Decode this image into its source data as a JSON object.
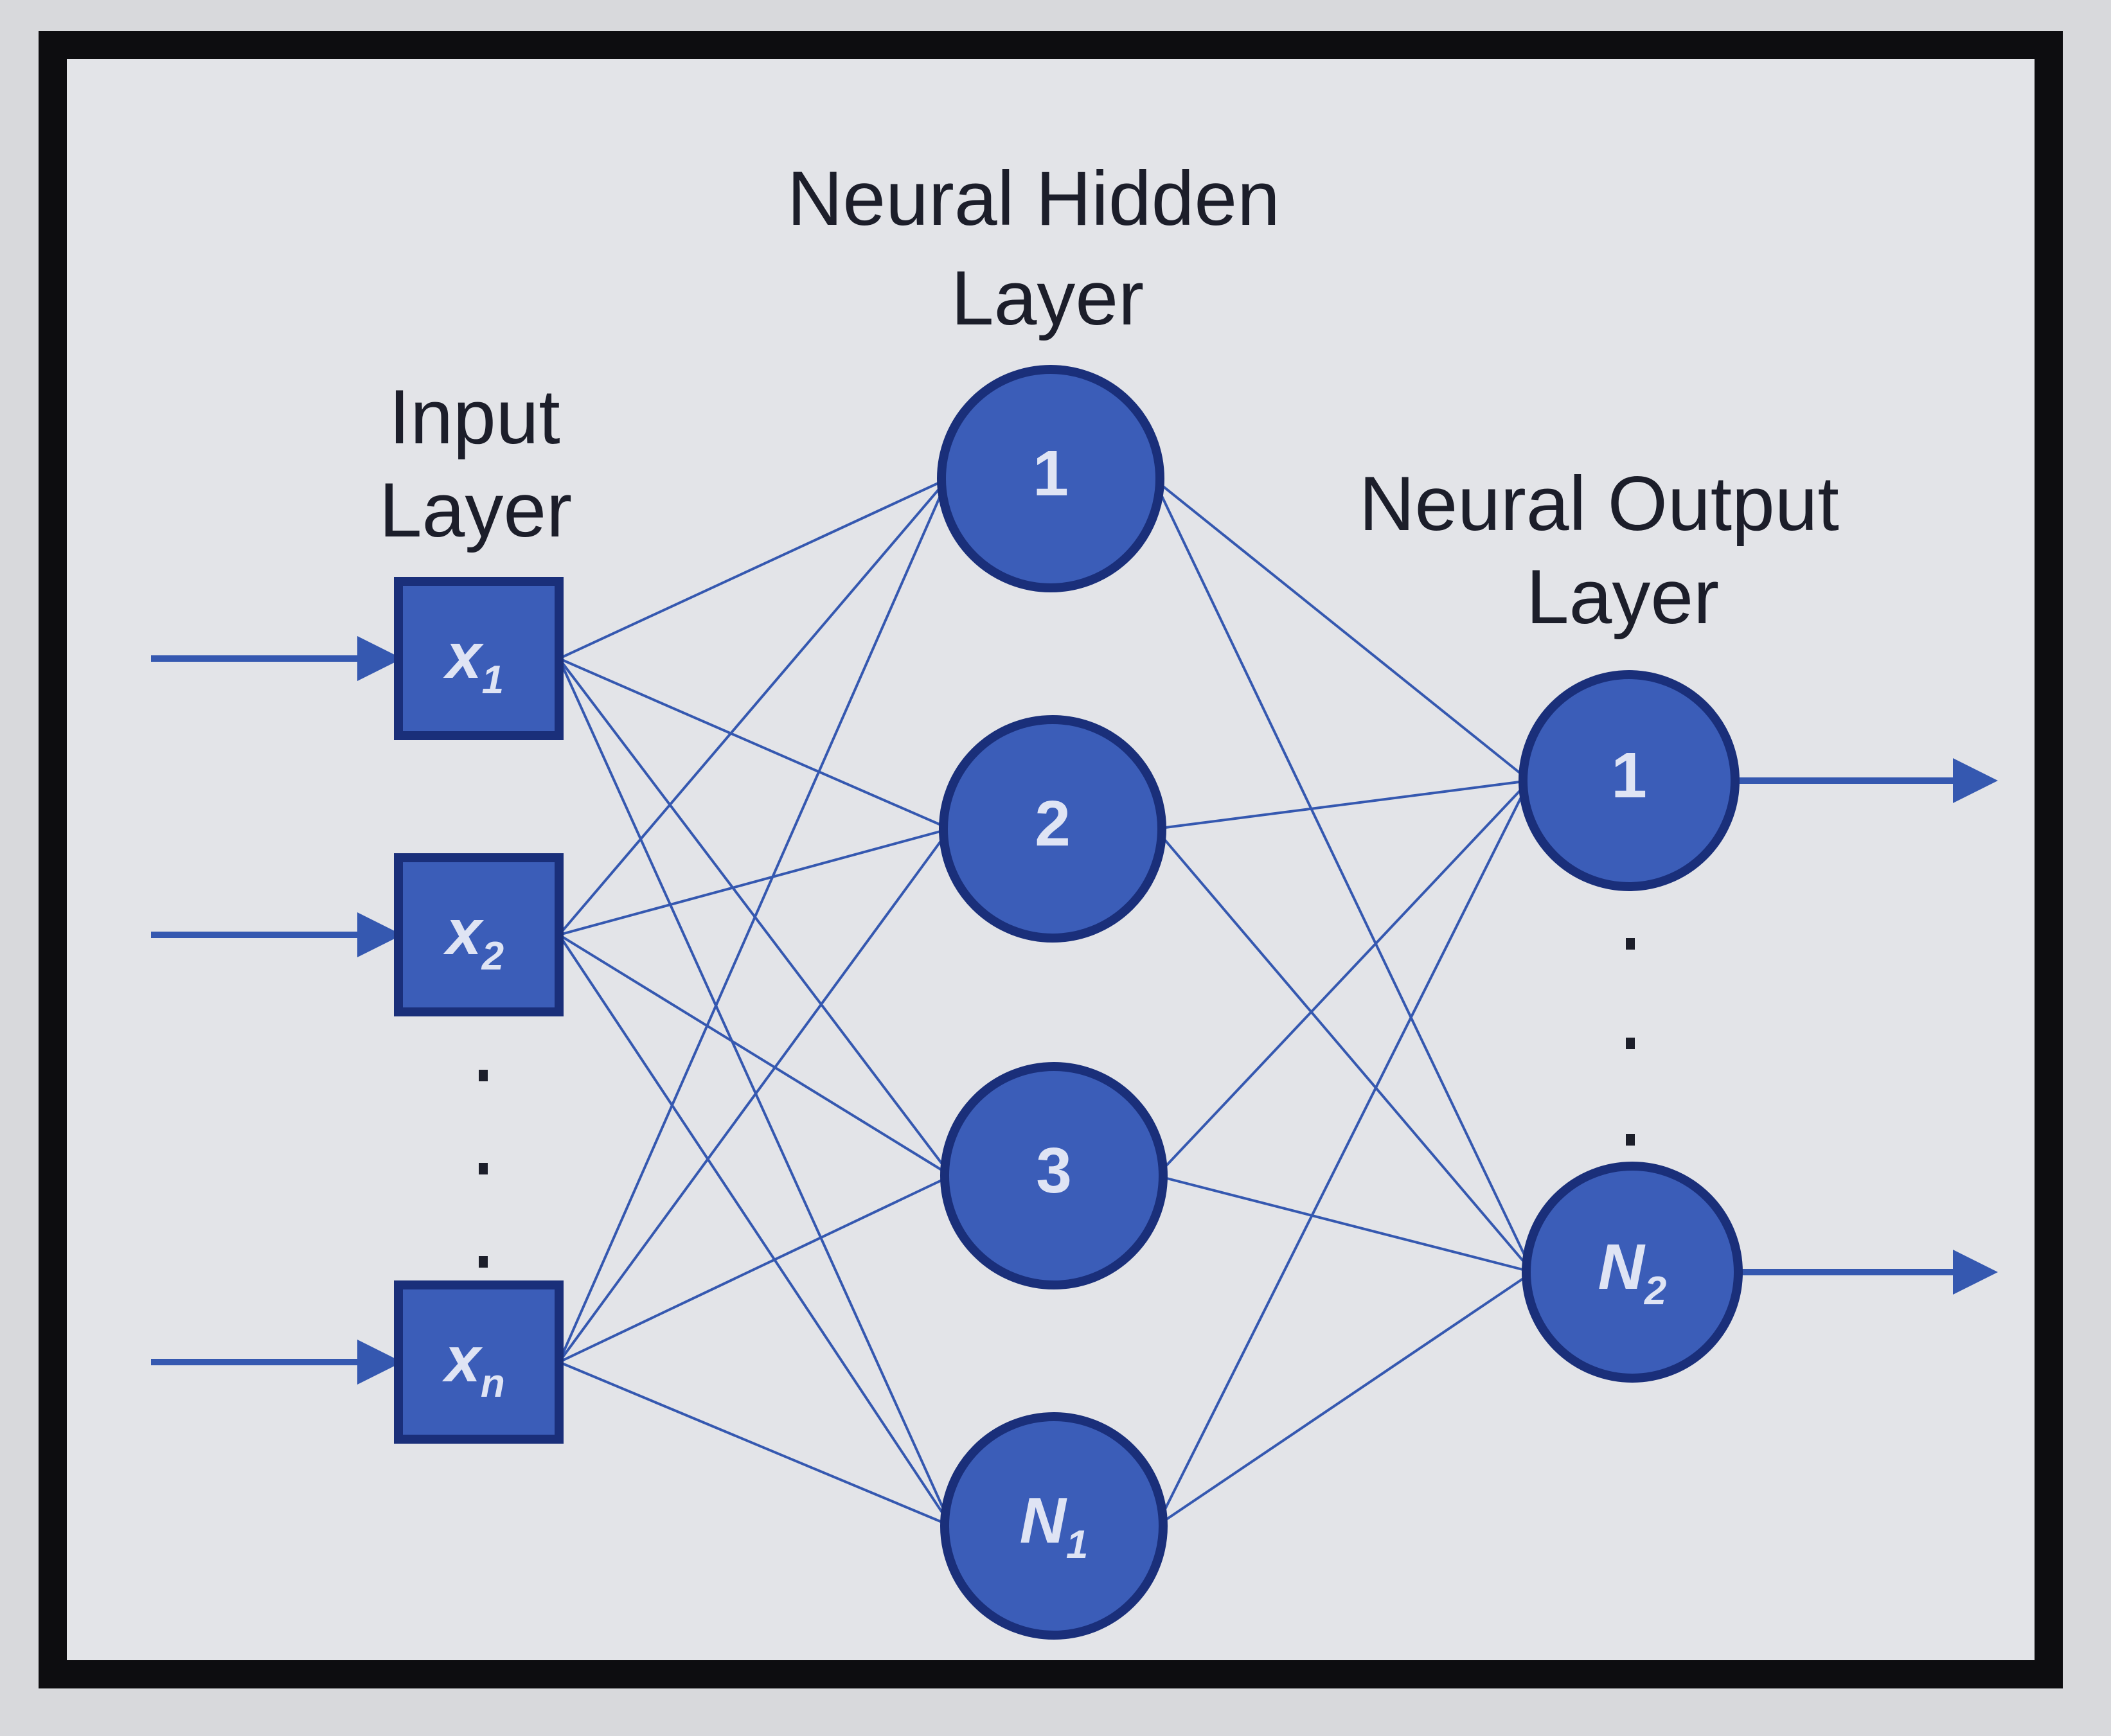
{
  "labels": {
    "input_line1": "Input",
    "input_line2": "Layer",
    "hidden_line1": "Neural Hidden",
    "hidden_line2": "Layer",
    "output_line1": "Neural Output",
    "output_line2": "Layer"
  },
  "input_nodes": [
    {
      "base": "x",
      "sub": "1"
    },
    {
      "base": "x",
      "sub": "2"
    },
    {
      "base": "x",
      "sub": "n"
    }
  ],
  "hidden_nodes": [
    {
      "base": "1",
      "sub": "",
      "italic": false
    },
    {
      "base": "2",
      "sub": "",
      "italic": false
    },
    {
      "base": "3",
      "sub": "",
      "italic": false
    },
    {
      "base": "N",
      "sub": "1",
      "italic": true
    }
  ],
  "output_nodes": [
    {
      "base": "1",
      "sub": "",
      "italic": false
    },
    {
      "base": "N",
      "sub": "2",
      "italic": true
    }
  ],
  "colors": {
    "node_fill": "#3b5db8",
    "node_stroke": "#1a2f7a",
    "edge": "#3558b0",
    "background": "#e3e4e8",
    "frame": "#0d0d10"
  }
}
